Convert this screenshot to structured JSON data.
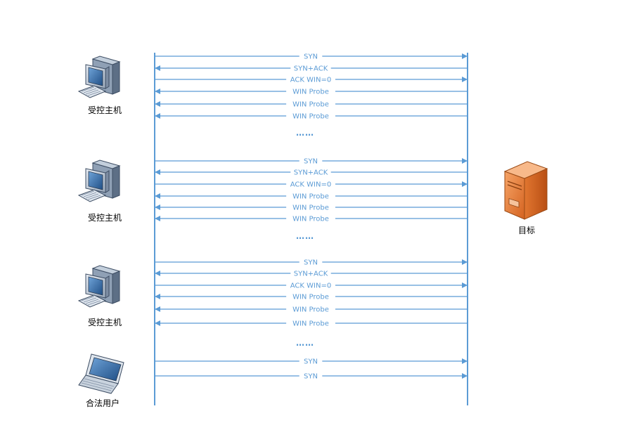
{
  "colors": {
    "line": "#5b9bd5",
    "text": "#5b9bd5",
    "server": "#ec7c30",
    "host": "#4f81bd"
  },
  "actors": [
    {
      "label": "受控主机",
      "icon": "desktop-computer-icon"
    },
    {
      "label": "受控主机",
      "icon": "desktop-computer-icon"
    },
    {
      "label": "受控主机",
      "icon": "desktop-computer-icon"
    },
    {
      "label": "合法用户",
      "icon": "laptop-icon"
    },
    {
      "label": "目标",
      "icon": "server-tower-icon"
    }
  ],
  "groups": [
    {
      "messages": [
        {
          "text": "SYN",
          "direction": "to-target"
        },
        {
          "text": "SYN+ACK",
          "direction": "to-client"
        },
        {
          "text": "ACK WIN=0",
          "direction": "to-target"
        },
        {
          "text": "WIN Probe",
          "direction": "to-client"
        },
        {
          "text": "WIN Probe",
          "direction": "to-client"
        },
        {
          "text": "WIN Probe",
          "direction": "to-client"
        }
      ],
      "ellipsis": "……"
    },
    {
      "messages": [
        {
          "text": "SYN",
          "direction": "to-target"
        },
        {
          "text": "SYN+ACK",
          "direction": "to-client"
        },
        {
          "text": "ACK WIN=0",
          "direction": "to-target"
        },
        {
          "text": "WIN Probe",
          "direction": "to-client"
        },
        {
          "text": "WIN Probe",
          "direction": "to-client"
        },
        {
          "text": "WIN Probe",
          "direction": "to-client"
        }
      ],
      "ellipsis": "……"
    },
    {
      "messages": [
        {
          "text": "SYN",
          "direction": "to-target"
        },
        {
          "text": "SYN+ACK",
          "direction": "to-client"
        },
        {
          "text": "ACK WIN=0",
          "direction": "to-target"
        },
        {
          "text": "WIN Probe",
          "direction": "to-client"
        },
        {
          "text": "WIN Probe",
          "direction": "to-client"
        },
        {
          "text": "WIN Probe",
          "direction": "to-client"
        }
      ],
      "ellipsis": "……"
    },
    {
      "messages": [
        {
          "text": "SYN",
          "direction": "to-target"
        },
        {
          "text": "SYN",
          "direction": "to-target"
        }
      ]
    }
  ]
}
